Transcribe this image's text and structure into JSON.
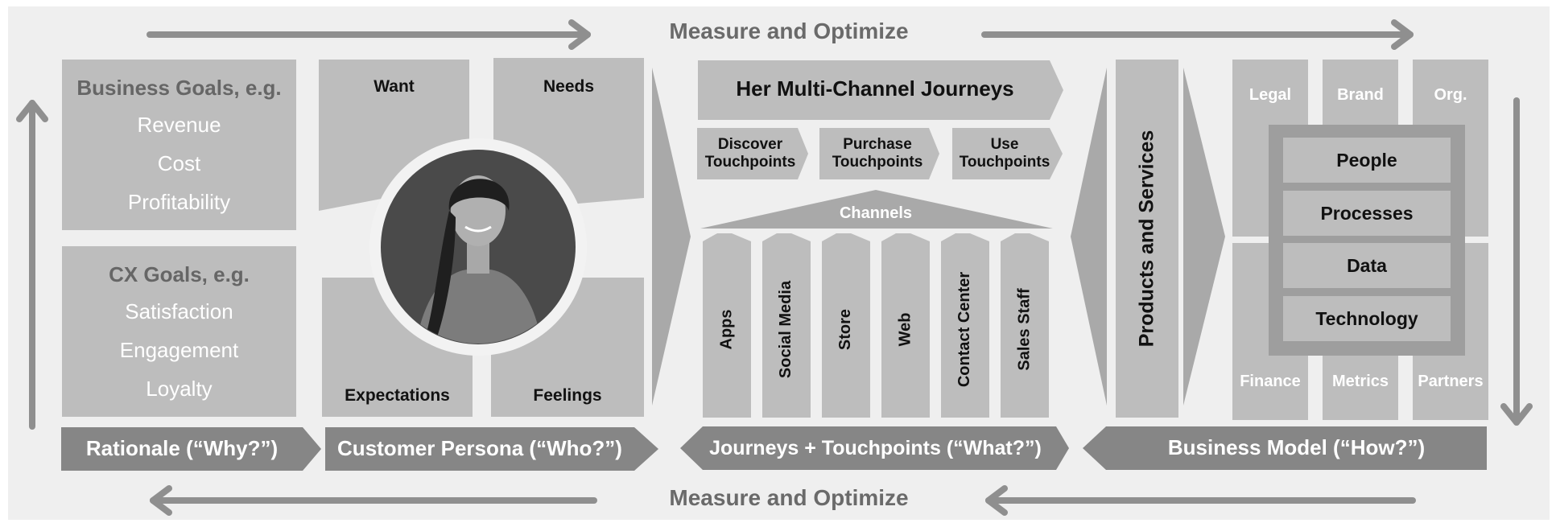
{
  "measure_top": "Measure and Optimize",
  "measure_bottom": "Measure and Optimize",
  "rationale": {
    "business_goals_title": "Business Goals, e.g.",
    "business_goals": [
      "Revenue",
      "Cost",
      "Profitability"
    ],
    "cx_goals_title": "CX Goals, e.g.",
    "cx_goals": [
      "Satisfaction",
      "Engagement",
      "Loyalty"
    ],
    "label": "Rationale (“Why?”)"
  },
  "persona": {
    "want": "Want",
    "needs": "Needs",
    "expectations": "Expectations",
    "feelings": "Feelings",
    "label": "Customer Persona (“Who?”)"
  },
  "journeys": {
    "title": "Her Multi-Channel Journeys",
    "touchpoints": [
      {
        "line1": "Discover",
        "line2": "Touchpoints"
      },
      {
        "line1": "Purchase",
        "line2": "Touchpoints"
      },
      {
        "line1": "Use",
        "line2": "Touchpoints"
      }
    ],
    "channels_label": "Channels",
    "channels": [
      "Apps",
      "Social Media",
      "Store",
      "Web",
      "Contact Center",
      "Sales Staff"
    ],
    "label": "Journeys + Touchpoints (“What?”)"
  },
  "products_services": "Products and Services",
  "business_model": {
    "top": [
      "Legal",
      "Brand",
      "Org."
    ],
    "bottom": [
      "Finance",
      "Metrics",
      "Partners"
    ],
    "core": [
      "People",
      "Processes",
      "Data",
      "Technology"
    ],
    "label": "Business Model (“How?”)"
  },
  "colors": {
    "background": "#efefef",
    "panel": "#bdbdbd",
    "arrow": "#8f8f8f",
    "label_band": "#868686",
    "accent_box": "#9e9e9e"
  }
}
